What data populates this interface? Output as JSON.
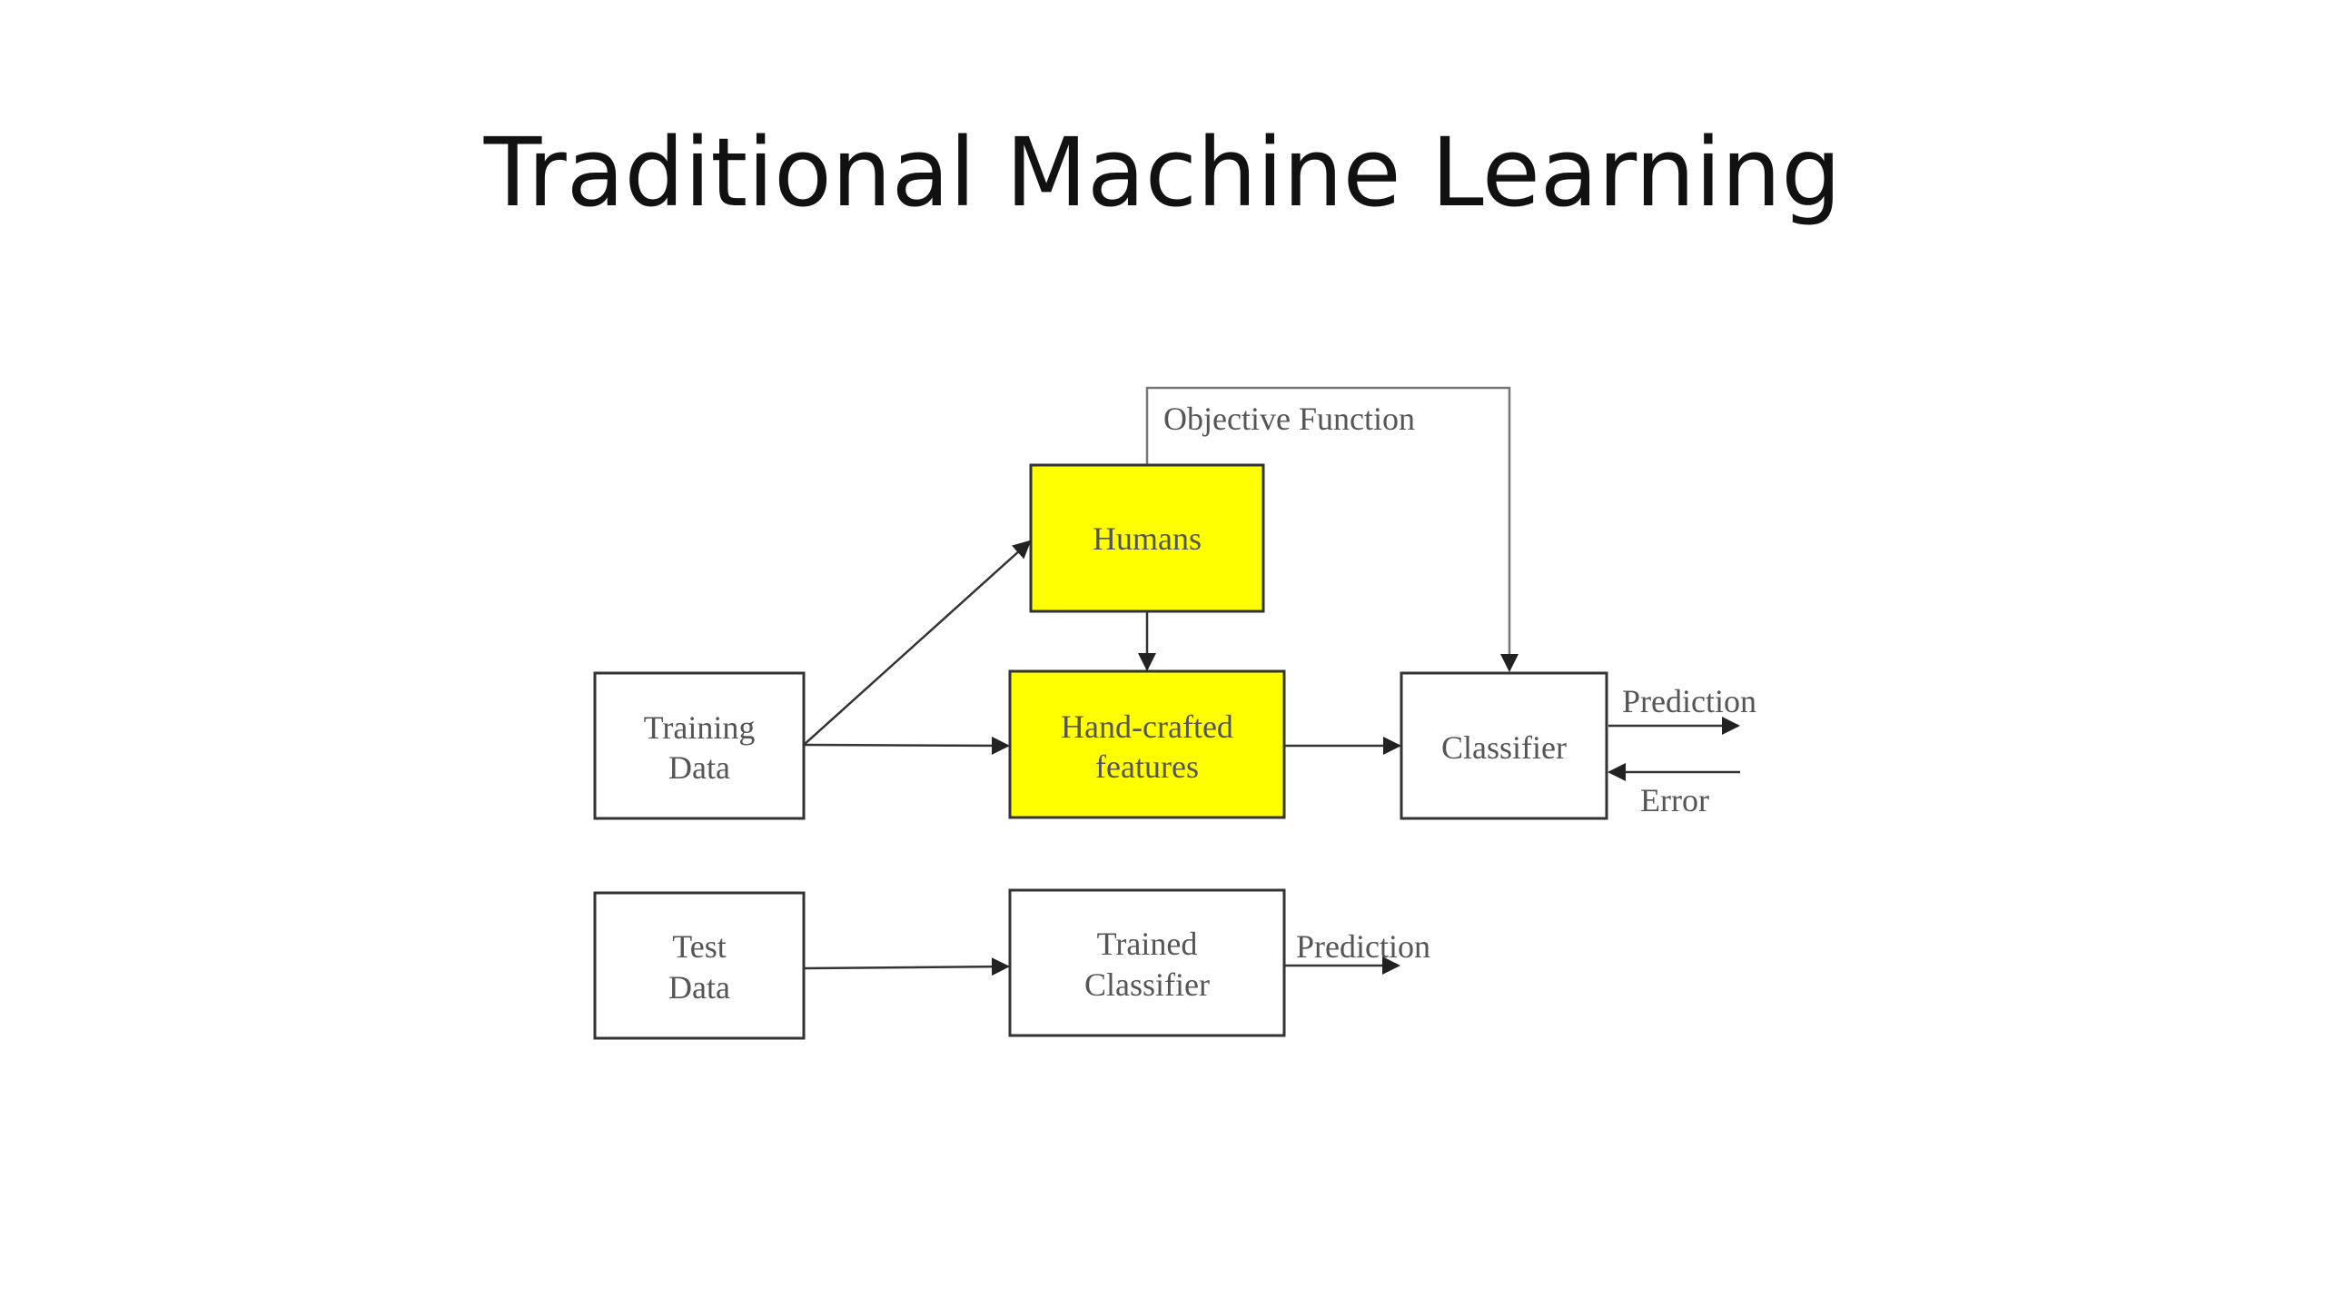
{
  "slide": {
    "title": "Traditional Machine Learning"
  },
  "diagram": {
    "nodes": {
      "humans": {
        "lines": [
          "Humans"
        ],
        "highlight": "#ffff00"
      },
      "features": {
        "lines": [
          "Hand-crafted",
          "features"
        ],
        "highlight": "#ffff00"
      },
      "training": {
        "lines": [
          "Training",
          "Data"
        ]
      },
      "classifier": {
        "lines": [
          "Classifier"
        ]
      },
      "test": {
        "lines": [
          "Test",
          "Data"
        ]
      },
      "trained": {
        "lines": [
          "Trained",
          "Classifier"
        ]
      }
    },
    "labels": {
      "objective": "Objective Function",
      "prediction_top": "Prediction",
      "error": "Error",
      "prediction_bottom": "Prediction"
    }
  }
}
